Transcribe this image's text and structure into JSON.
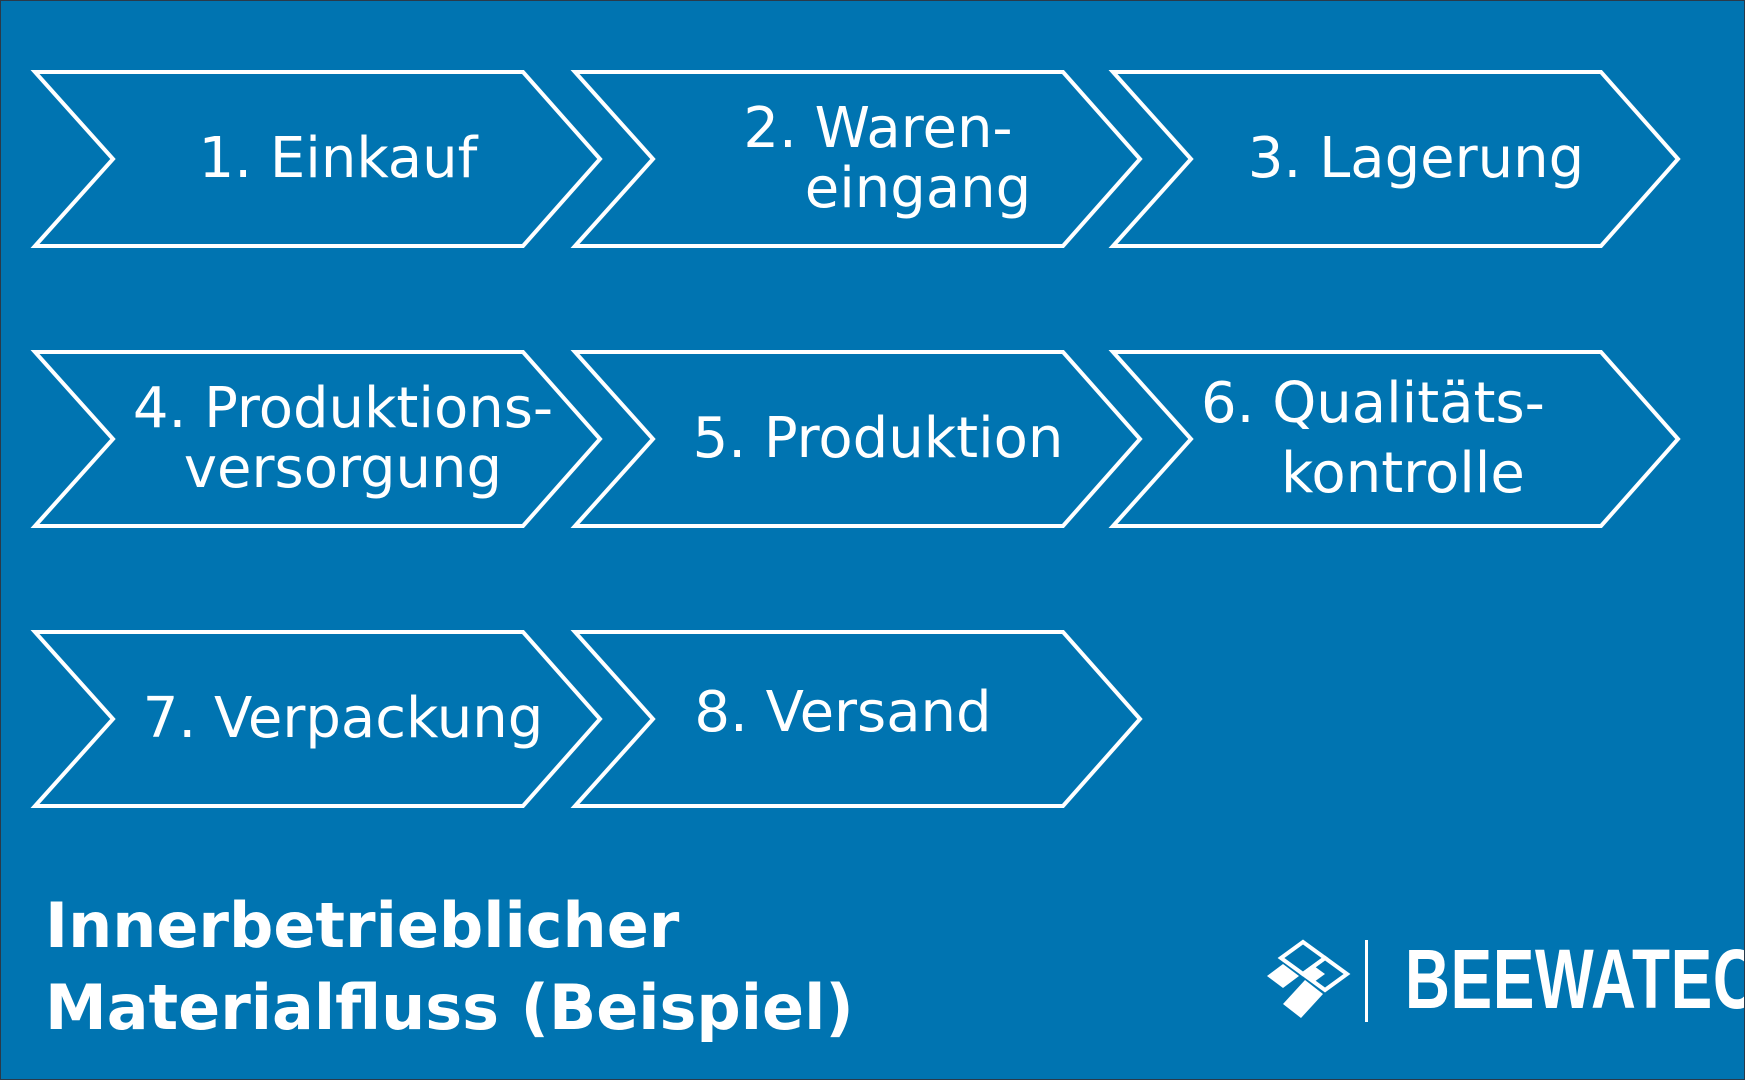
{
  "steps": [
    {
      "line1": "1. Einkauf",
      "line2": ""
    },
    {
      "line1": "2. Waren-",
      "line2": "eingang"
    },
    {
      "line1": "3. Lagerung",
      "line2": ""
    },
    {
      "line1": "4. Produktions-",
      "line2": "versorgung"
    },
    {
      "line1": "5. Produktion",
      "line2": ""
    },
    {
      "line1": "6. Qualitäts-",
      "line2": "kontrolle"
    },
    {
      "line1": "7. Verpackung",
      "line2": ""
    },
    {
      "line1": "8. Versand",
      "line2": ""
    }
  ],
  "title": {
    "line1": "Innerbetrieblicher",
    "line2": "Materialfluss (Beispiel)"
  },
  "logo": {
    "wordmark": "BEEWATEC"
  },
  "colors": {
    "background": "#0074b1",
    "foreground": "#ffffff"
  }
}
